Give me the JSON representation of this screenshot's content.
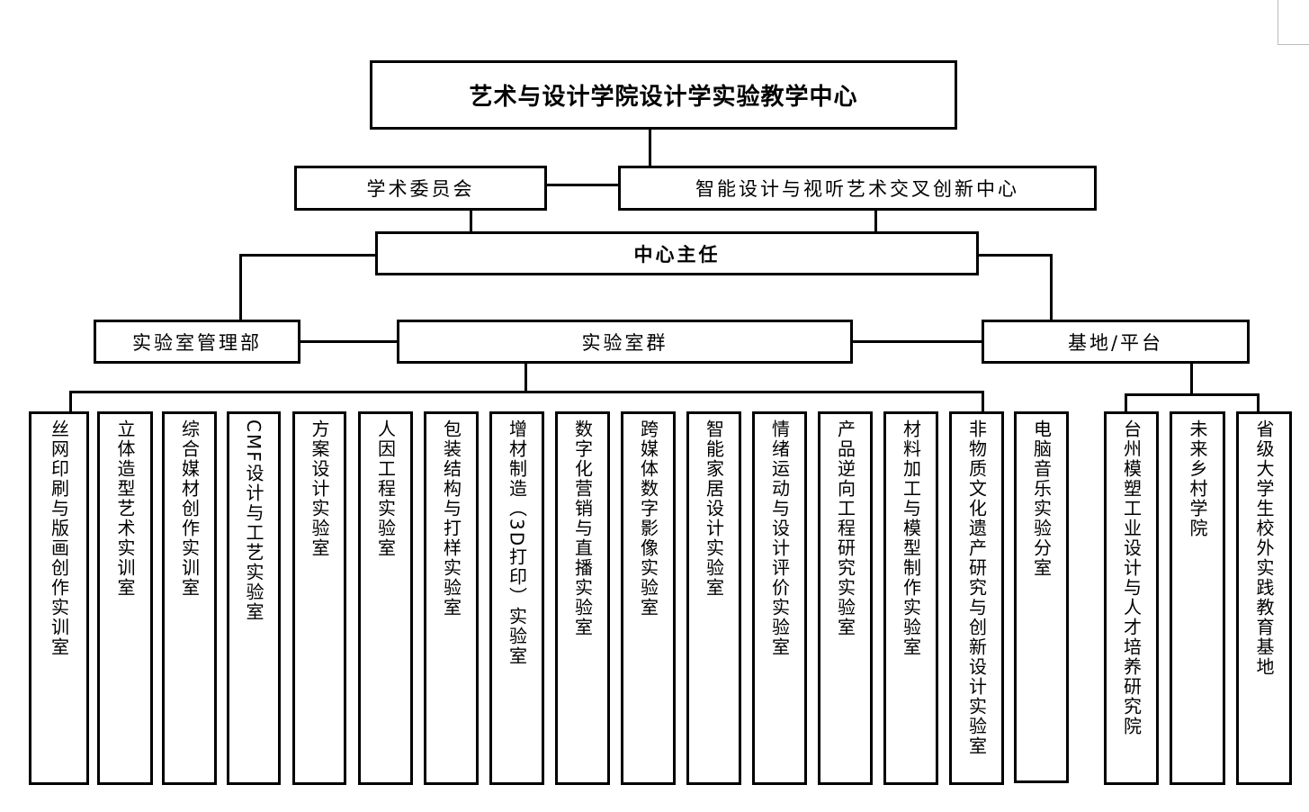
{
  "top": {
    "title": "艺术与设计学院设计学实验教学中心"
  },
  "second_row": {
    "committee": "学术委员会",
    "innovation_center": "智能设计与视听艺术交叉创新中心"
  },
  "director": "中心主任",
  "third_row": {
    "management": "实验室管理部",
    "labs_group": "实验室群",
    "platform": "基地/平台"
  },
  "labs": [
    "丝网印刷与版画创作实训室",
    "立体造型艺术实训室",
    "综合媒材创作实训室",
    "CMF设计与工艺实验室",
    "方案设计实验室",
    "人因工程实验室",
    "包装结构与打样实验室",
    "增材制造（3D打印）实验室",
    "数字化营销与直播实验室",
    "跨媒体数字影像实验室",
    "智能家居设计实验室",
    "情绪运动与设计评价实验室",
    "产品逆向工程研究实验室",
    "材料加工与模型制作实验室",
    "非物质文化遗产研究与创新设计实验室",
    "电脑音乐实验分室"
  ],
  "platforms": [
    "台州模塑工业设计与人才培养研究院",
    "未来乡村学院",
    "省级大学生校外实践教育基地"
  ]
}
